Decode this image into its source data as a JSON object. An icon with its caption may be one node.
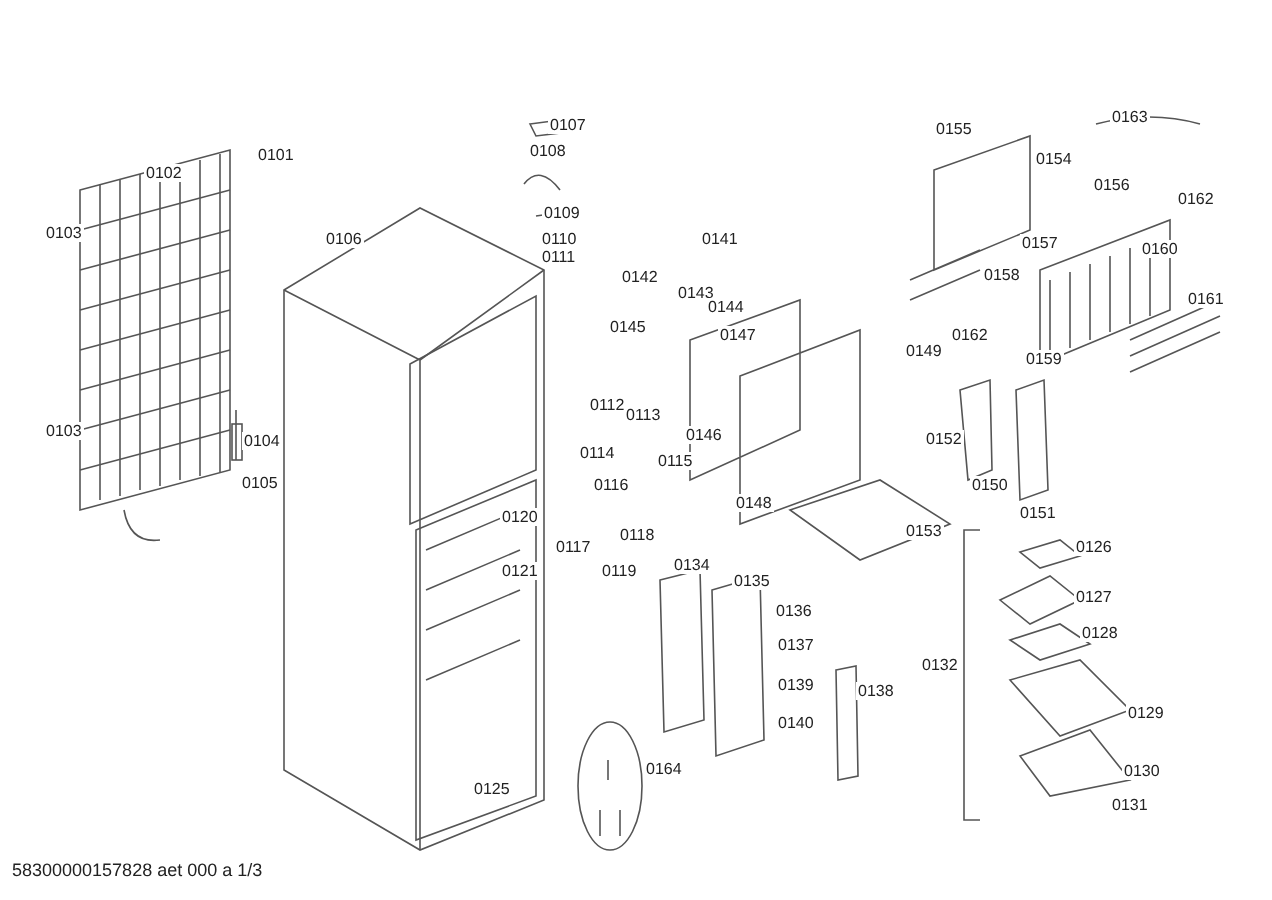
{
  "diagram": {
    "labels": [
      "0101",
      "0102",
      "0103",
      "0103",
      "0104",
      "0105",
      "0106",
      "0107",
      "0108",
      "0109",
      "0110",
      "0111",
      "0141",
      "0142",
      "0143",
      "0144",
      "0145",
      "0147",
      "0112",
      "0113",
      "0114",
      "0115",
      "0116",
      "0120",
      "0117",
      "0118",
      "0119",
      "0121",
      "0125",
      "0163",
      "0155",
      "0154",
      "0156",
      "0162",
      "0157",
      "0158",
      "0160",
      "0161",
      "0162",
      "0159",
      "0149",
      "0146",
      "0152",
      "0148",
      "0150",
      "0151",
      "0153",
      "0126",
      "0127",
      "0128",
      "0132",
      "0129",
      "0130",
      "0131",
      "0134",
      "0135",
      "0136",
      "0137",
      "0139",
      "0138",
      "0140",
      "0164",
      "58300000157828 aet 000 a 1/3"
    ]
  }
}
